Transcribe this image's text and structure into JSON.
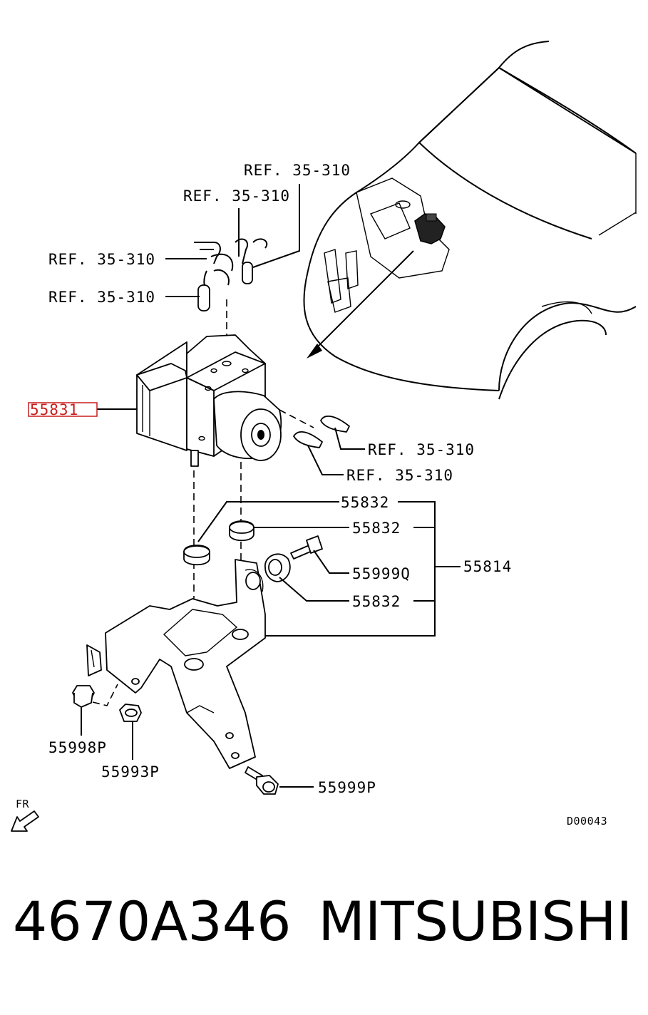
{
  "diagram": {
    "callouts": {
      "ref_top1": "REF. 35-310",
      "ref_top2": "REF. 35-310",
      "ref_left1": "REF. 35-310",
      "ref_left2": "REF. 35-310",
      "ref_right1": "REF. 35-310",
      "ref_right2": "REF. 35-310",
      "hydraulic_unit": "55831",
      "insulator_1": "55832",
      "insulator_2": "55832",
      "insulator_3": "55832",
      "bolt_q": "55999Q",
      "bracket_assy": "55814",
      "nut_1": "55998P",
      "nut_2": "55993P",
      "bolt_p": "55999P"
    },
    "front_marker": "FR",
    "drawing_code": "D00043",
    "highlight_color": "#c81e1e"
  },
  "footer": {
    "part_number": "4670A346",
    "brand": "MITSUBISHI"
  }
}
